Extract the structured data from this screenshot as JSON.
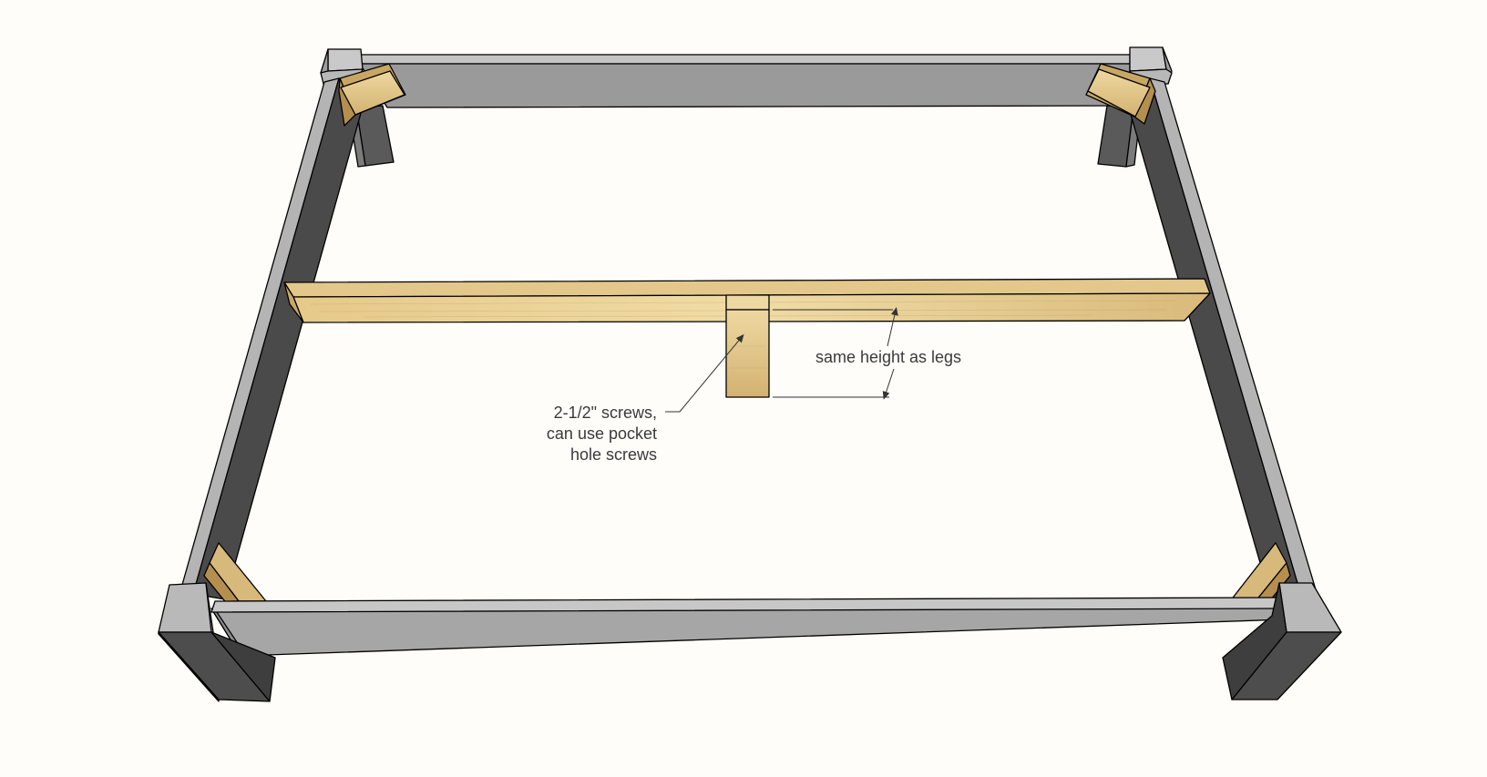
{
  "annotations": {
    "height_label": "same height as legs",
    "screws_label_line1": "2-1/2\" screws,",
    "screws_label_line2": "can use pocket",
    "screws_label_line3": "hole screws"
  },
  "colors": {
    "background": "#fefdf9",
    "frame_light": "#a9a9a9",
    "frame_mid": "#8f8f8f",
    "frame_dark": "#4a4a4a",
    "frame_top": "#c4c4c4",
    "wood_light": "#e8cf93",
    "wood_mid": "#d5b678",
    "wood_dark": "#b9965a",
    "line": "#000000"
  }
}
